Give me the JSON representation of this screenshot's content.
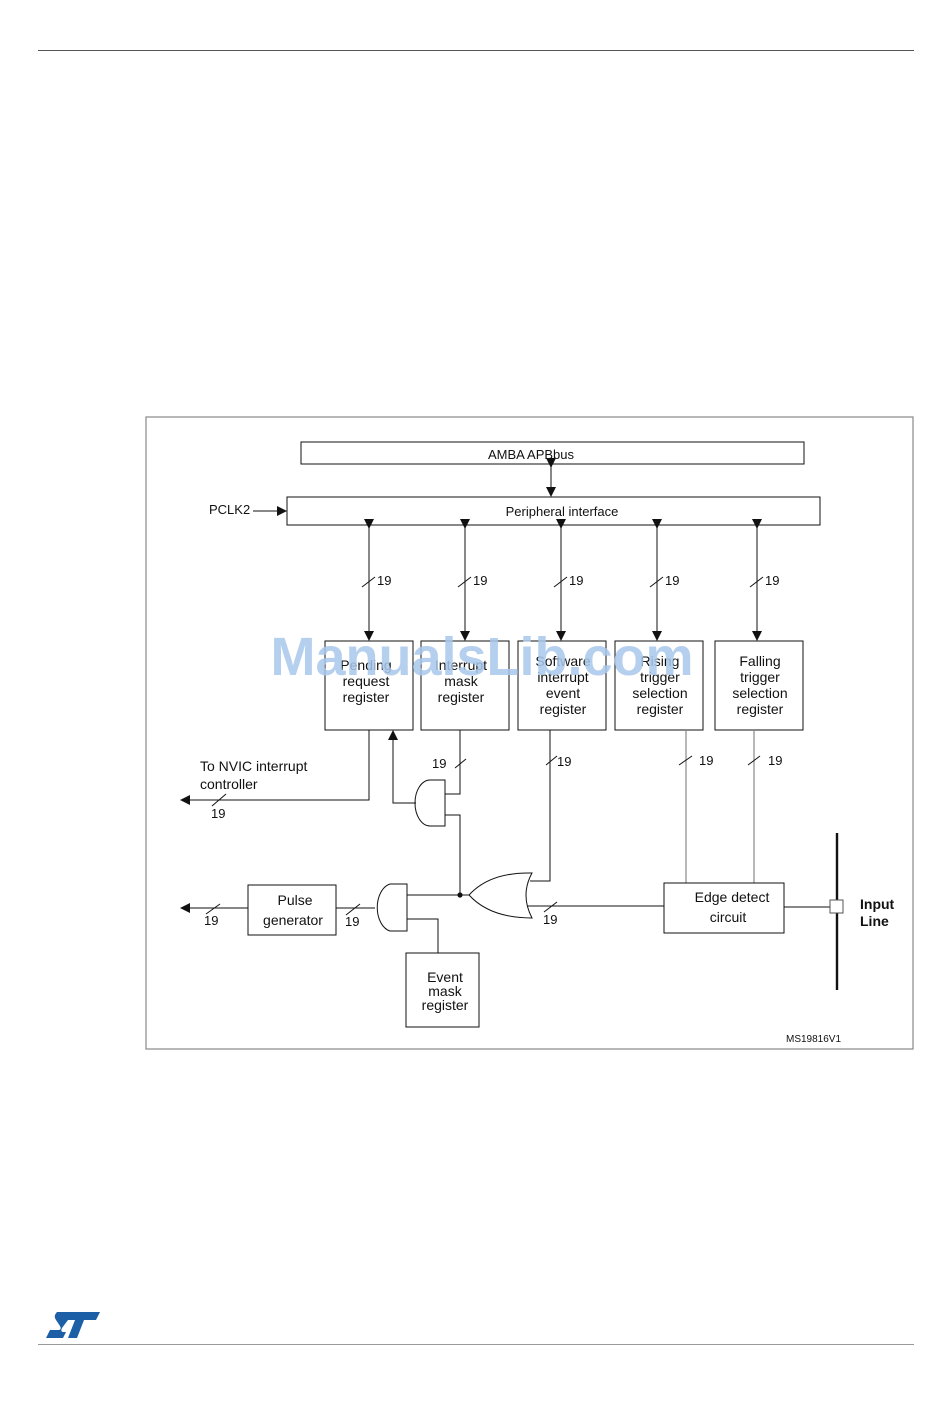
{
  "page": {
    "watermark": "ManualsLib.com",
    "figure_id": "MS19816V1",
    "logo": "st-logo"
  },
  "diagram": {
    "bus": "AMBA  APBbus",
    "peripheral_interface": "Peripheral interface",
    "clock_input": "PCLK2",
    "bus_width": "19",
    "registers": [
      {
        "id": "pending",
        "lines": [
          "Pending",
          "request",
          "register"
        ]
      },
      {
        "id": "interrupt-mask",
        "lines": [
          "Interrupt",
          "mask",
          "register"
        ]
      },
      {
        "id": "software-interrupt",
        "lines": [
          "Software",
          "interrupt",
          "event",
          "register"
        ]
      },
      {
        "id": "rising-trigger",
        "lines": [
          "Rising",
          "trigger",
          "selection",
          "register"
        ]
      },
      {
        "id": "falling-trigger",
        "lines": [
          "Falling",
          "trigger",
          "selection",
          "register"
        ]
      }
    ],
    "nvic_label": [
      "To NVIC interrupt",
      "controller"
    ],
    "pulse_generator": [
      "Pulse",
      "generator"
    ],
    "event_mask": [
      "Event",
      "mask",
      "register"
    ],
    "edge_detect": [
      "Edge detect",
      "circuit"
    ],
    "input_line": [
      "Input",
      "Line"
    ],
    "colors": {
      "line": "#111111",
      "watermark": "#a9c8ec",
      "logo": "#1d5fa7",
      "frame": "#888888"
    }
  }
}
